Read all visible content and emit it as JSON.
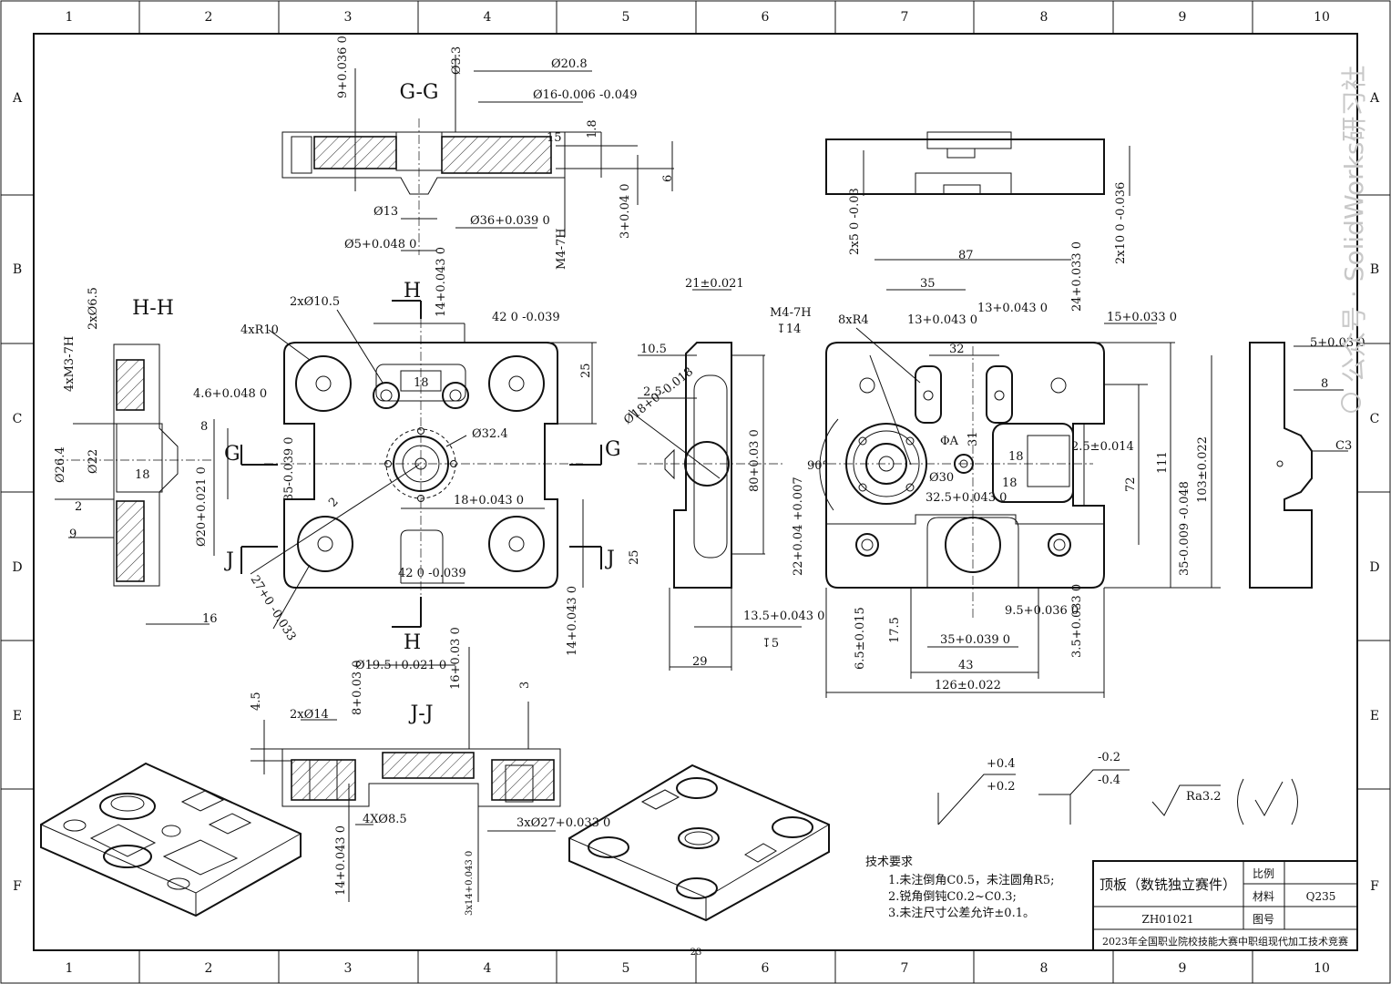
{
  "border": {
    "cols": [
      "1",
      "2",
      "3",
      "4",
      "5",
      "6",
      "7",
      "8",
      "9",
      "10"
    ],
    "rows": [
      "A",
      "B",
      "C",
      "D",
      "E",
      "F"
    ]
  },
  "views": {
    "gg": {
      "title": "G-G",
      "dims": [
        "9+0.036 0",
        "Ø3.3",
        "Ø20.8",
        "Ø16-0.006 -0.049",
        "1.8",
        "15",
        "6",
        "Ø13",
        "Ø36+0.039 0",
        "3+0.04 0",
        "Ø5+0.048 0",
        "M4-7H"
      ]
    },
    "hh": {
      "title": "H-H",
      "dims": [
        "2xØ6.5",
        "4xM3-7H",
        "4.6+0.048 0",
        "8",
        "Ø26.4",
        "Ø22",
        "18",
        "2",
        "Ø20+0.021 0",
        "9",
        "16"
      ]
    },
    "top": {
      "labels": [
        "4xR10",
        "2xØ10.5",
        "H",
        "14+0.043 0",
        "42 0 -0.039",
        "18",
        "25",
        "Ø32.4",
        "G",
        "35-0.039 0",
        "2",
        "18+0.043 0",
        "J",
        "25",
        "27+0 -0.033",
        "42 0 -0.039",
        "14+0.043 0",
        "H",
        "G",
        "J"
      ]
    },
    "side": {
      "labels": [
        "21±0.021",
        "10.5",
        "2.5",
        "Ø18+0 -0.018",
        "80+0.03 0",
        "13.5+0.043 0",
        "↧5",
        "29"
      ]
    },
    "right": {
      "labels": [
        "87",
        "35",
        "M4-7H",
        "↧14",
        "8xR4",
        "13+0.043 0",
        "13+0.043 0",
        "24+0.033 0",
        "15+0.033 0",
        "32",
        "90°",
        "ΦA",
        "31",
        "18",
        "2.5±0.014",
        "Ø30",
        "18",
        "32.5+0.043 0",
        "72",
        "111",
        "103±0.022",
        "22+0.04 +0.007",
        "35-0.009 -0.048",
        "6.5±0.015",
        "17.5",
        "9.5+0.036 0",
        "35+0.039 0",
        "3.5+0.033 0",
        "43",
        "126±0.022"
      ]
    },
    "top_right": {
      "labels": [
        "2x5 0 -0.03",
        "2x10 0 -0.036"
      ]
    },
    "far_right": {
      "labels": [
        "5+0.03 0",
        "8",
        "C3"
      ]
    },
    "jj": {
      "title": "J-J",
      "dims": [
        "Ø19.5+0.021 0",
        "16+0.03 0",
        "3",
        "4.5",
        "2xØ14",
        "8+0.03 0",
        "4XØ8.5",
        "3xØ27+0.033 0",
        "14+0.043 0",
        "3x14+0.043 0"
      ]
    }
  },
  "symbols": {
    "tol_up": "+0.4",
    "tol_low": "+0.2",
    "tol2_up": "-0.2",
    "tol2_low": "-0.4",
    "roughness": "Ra3.2"
  },
  "notes": {
    "heading": "技术要求",
    "items": [
      "1.未注倒角C0.5，未注圆角R5;",
      "2.锐角倒钝C0.2~C0.3;",
      "3.未注尺寸公差允许±0.1。"
    ]
  },
  "title_block": {
    "part_name": "顶板（数铣独立赛件）",
    "drawing_no": "ZH01021",
    "scale_label": "比例",
    "material_label": "材料",
    "material": "Q235",
    "figure_label": "图号",
    "event": "2023年全国职业院校技能大赛中职组现代加工技术竞赛"
  },
  "page_number": "23",
  "watermark": "公众号 · SolidWorks研习社"
}
